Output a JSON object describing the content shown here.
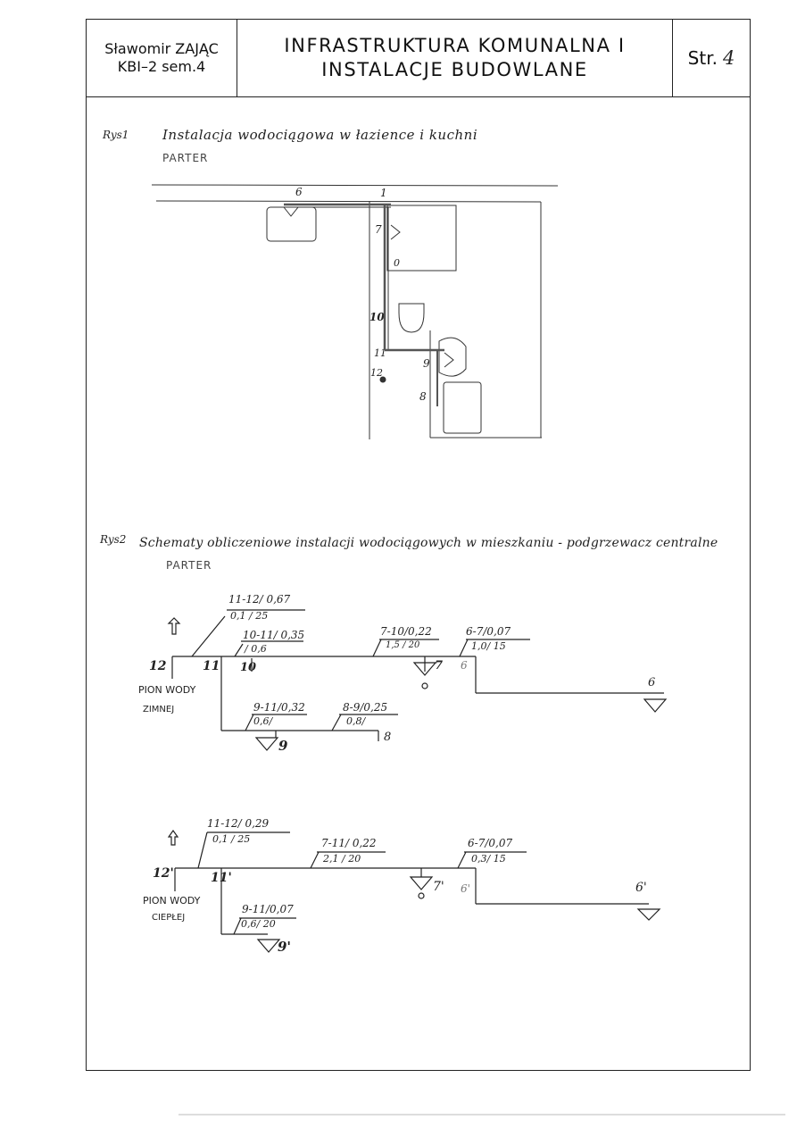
{
  "header": {
    "author_name": "Sławomir ZAJĄC",
    "author_group": "KBI–2 sem.4",
    "title_line1": "INFRASTRUKTURA KOMUNALNA I",
    "title_line2": "INSTALACJE BUDOWLANE",
    "page_label": "Str.",
    "page_number": "4"
  },
  "fig1": {
    "label": "Rys1",
    "caption": "Instalacja wodociągowa w łazience i kuchni",
    "subcaption": "PARTER",
    "points": {
      "p6": "6",
      "p1": "1",
      "p7": "7",
      "p0": "0",
      "p10": "10",
      "p11": "11",
      "p12": "12",
      "p9": "9",
      "p8": "8"
    }
  },
  "fig2": {
    "label": "Rys2",
    "caption": "Schematy obliczeniowe instalacji wodociągowych w mieszkaniu - podgrzewacz centralne",
    "subcaption": "PARTER",
    "cold": {
      "riser_label_1": "PION WODY",
      "riser_label_2": "ZIMNEJ",
      "n12": "12",
      "n11": "11",
      "n10": "10",
      "n7": "7",
      "n6a": "6",
      "n6b": "6",
      "n9": "9",
      "n8": "8",
      "s_11_12_top": "11-12/ 0,67",
      "s_11_12_bot": "0,1 / 25",
      "s_10_11_top": "10-11/ 0,35",
      "s_10_11_bot": "/ 0,6",
      "s_7_10_top": "7-10/0,22",
      "s_7_10_bot": "1,5 / 20",
      "s_6_7_top": "6-7/0,07",
      "s_6_7_bot": "1,0/ 15",
      "s_9_11_top": "9-11/0,32",
      "s_9_11_bot": "0,6/",
      "s_8_9_top": "8-9/0,25",
      "s_8_9_bot": "0,8/"
    },
    "hot": {
      "riser_label_1": "PION WODY",
      "riser_label_2": "CIEPŁEJ",
      "n12": "12'",
      "n11": "11'",
      "n7": "7'",
      "n6a": "6'",
      "n6b": "6'",
      "n9": "9'",
      "s_11_12_top": "11-12/ 0,29",
      "s_11_12_bot": "0,1 / 25",
      "s_7_11_top": "7-11/ 0,22",
      "s_7_11_bot": "2,1 / 20",
      "s_6_7_top": "6-7/0,07",
      "s_6_7_bot": "0,3/ 15",
      "s_9_11_top": "9-11/0,07",
      "s_9_11_bot": "0,6/ 20"
    }
  }
}
